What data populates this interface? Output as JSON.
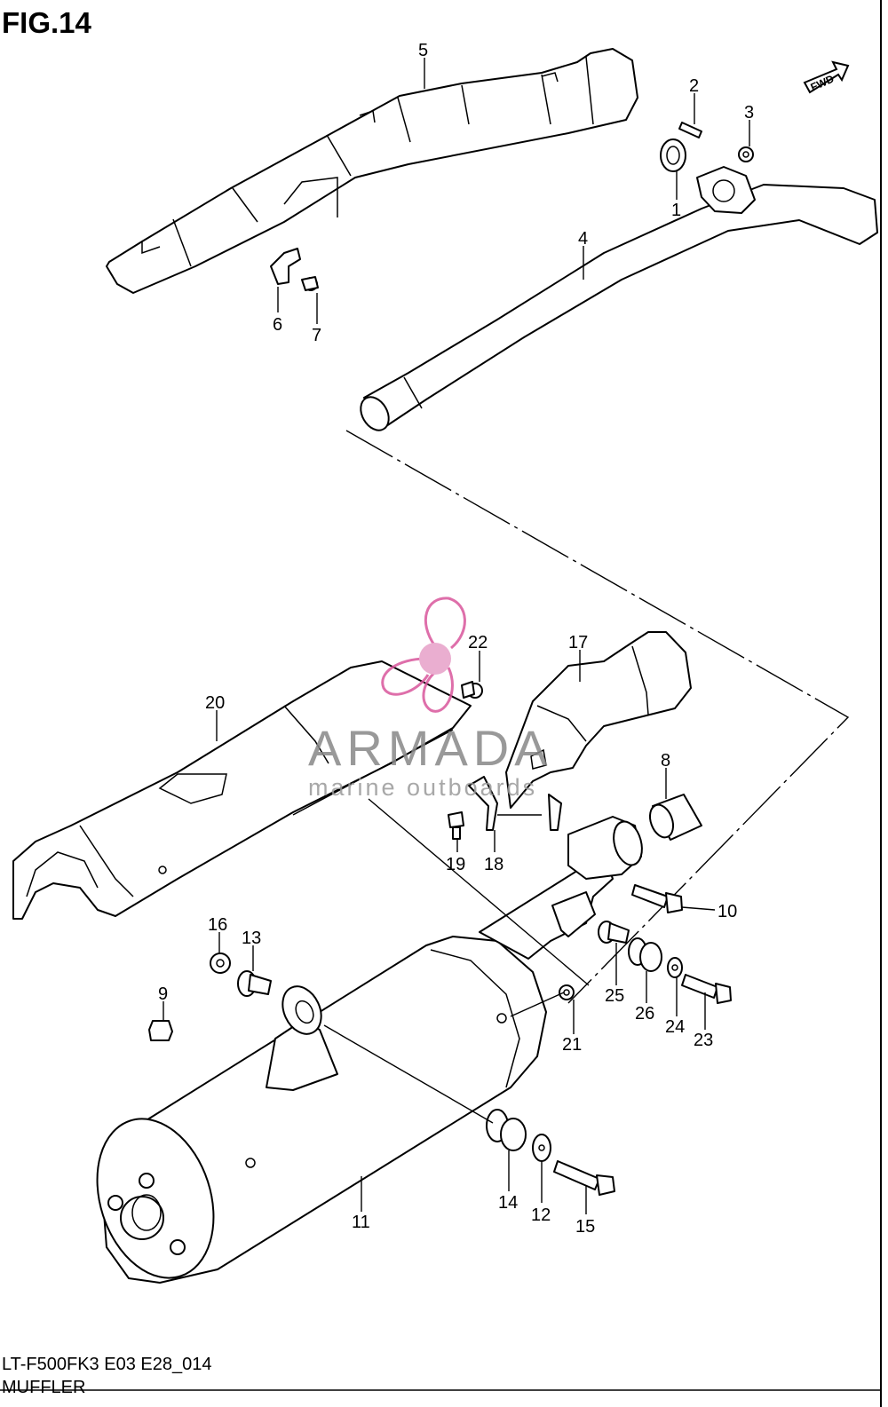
{
  "figure": {
    "title": "FIG.14"
  },
  "footer": {
    "model_code": "LT-F500FK3 E03 E28_014",
    "section_name": "MUFFLER"
  },
  "direction_label": "FWD",
  "watermark": {
    "brand": "ARMADA",
    "tagline": "marine outboards",
    "color": "#d9569c"
  },
  "callouts": {
    "c1": "1",
    "c2": "2",
    "c3": "3",
    "c4": "4",
    "c5": "5",
    "c6": "6",
    "c7": "7",
    "c8": "8",
    "c9": "9",
    "c10": "10",
    "c11": "11",
    "c12": "12",
    "c13": "13",
    "c14": "14",
    "c15": "15",
    "c16": "16",
    "c17": "17",
    "c18": "18",
    "c19": "19",
    "c20": "20",
    "c21": "21",
    "c22": "22",
    "c23": "23",
    "c24": "24",
    "c25": "25",
    "c26": "26"
  }
}
